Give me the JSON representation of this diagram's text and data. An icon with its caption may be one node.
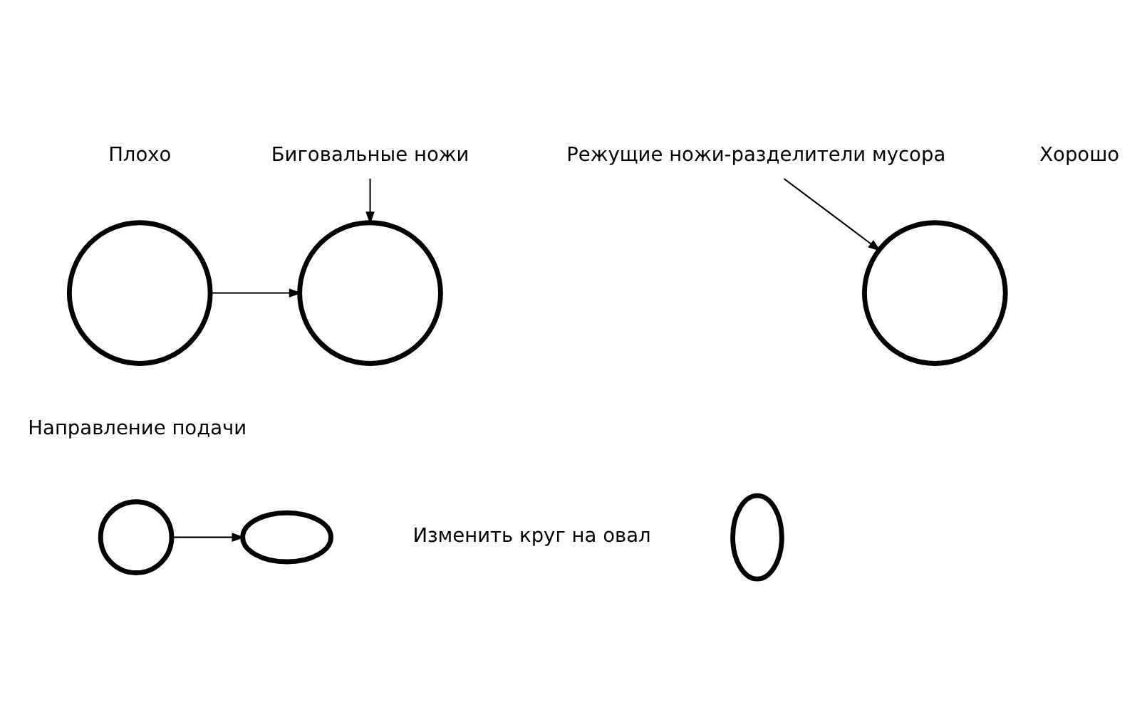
{
  "diagram": {
    "nodes": [
      {
        "text": [],
        "shape": "circle"
      },
      {
        "text": [],
        "shape": "circle"
      },
      {
        "text": [],
        "shape": "circle"
      },
      {
        "text": [
          "Биговальные ножи"
        ]
      },
      {
        "text": [
          "Режущие ножи-разделители мусора"
        ]
      },
      {
        "text": [],
        "shape": "circle"
      },
      {
        "text": [],
        "shape": "oval"
      },
      {
        "text": [],
        "shape": "oval"
      }
    ],
    "edges": [
      {
        "from": 0,
        "to": 1,
        "arrow": "to"
      },
      {
        "from": 3,
        "to": 1,
        "arrow": "to"
      },
      {
        "from": 4,
        "to": 2,
        "arrow": "to"
      },
      {
        "from": 5,
        "to": 6,
        "arrow": "to"
      }
    ],
    "labels": [
      "Плохо",
      "Хорошо",
      "Направление подачи",
      "Изменить круг на овал"
    ]
  }
}
